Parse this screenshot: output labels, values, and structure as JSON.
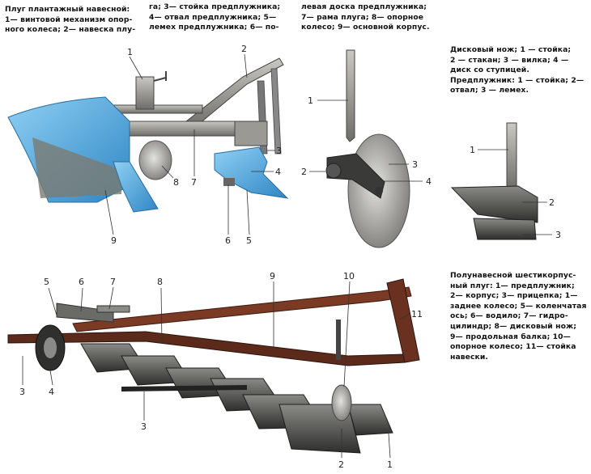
{
  "captions": {
    "plow_top_left": [
      "Плуг плантажный навесной:",
      "1— винтовой механизм опор-",
      "ного колеса; 2— навеска плу-"
    ],
    "plow_top_mid": [
      "га; 3— стойка предплужника;",
      "4— отвал предплужника; 5—",
      "лемех предплужника; 6— по-"
    ],
    "plow_top_right": [
      "левая доска предплужника;",
      "7— рама плуга; 8— опорное",
      "колесо; 9— основной корпус."
    ],
    "disc_knife": [
      "Дисковый нож; 1 — стойка;",
      "2 — стакан; 3 — вилка; 4 —",
      "диск со ступицей.",
      "Предплужник: 1 — стойка; 2—",
      "отвал; 3 — лемех."
    ],
    "semi_mounted": [
      "Полунавесной шестикорпус-",
      "ный плуг: 1— предплужник;",
      "2— корпус; 3— прицепка; 1—",
      "заднее колесо; 5— коленчатая",
      "ось; 6— водило; 7— гидро-",
      "цилиндр; 8— дисковый нож;",
      "9— продольная балка; 10—",
      "опорное колесо; 11— стойка",
      "навески."
    ]
  },
  "labels": {
    "plow1": [
      "1",
      "2",
      "3",
      "4",
      "5",
      "6",
      "7",
      "8",
      "9"
    ],
    "disc": [
      "1",
      "2",
      "3",
      "4"
    ],
    "preplow": [
      "1",
      "2",
      "3"
    ],
    "plow2": [
      "5",
      "6",
      "7",
      "8",
      "9",
      "10",
      "11",
      "3",
      "4",
      "3",
      "2",
      "1"
    ]
  },
  "colors": {
    "blue": "#5aa9dc",
    "blue_dark": "#2f7fb8",
    "steel": "#8c8c88",
    "steel_dark": "#3c3c3a",
    "rust": "#7a3a24"
  }
}
